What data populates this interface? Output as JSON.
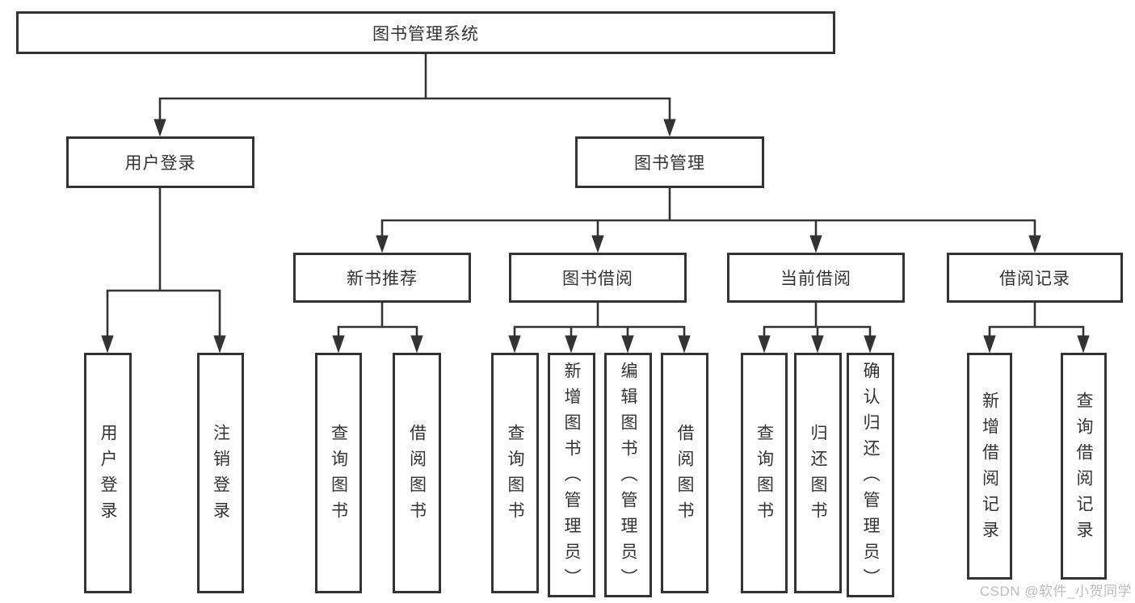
{
  "colors": {
    "line": "#333333",
    "box_border": "#333333",
    "text": "#333333",
    "background": "#ffffff",
    "watermark_text": "#bcbcbc"
  },
  "watermark": {
    "text": "CSDN @软件_小贺同学"
  },
  "tree": {
    "label": "图书管理系统",
    "children": [
      {
        "label": "用户登录",
        "children": [
          {
            "label": "用户登录"
          },
          {
            "label": "注销登录"
          }
        ]
      },
      {
        "label": "图书管理",
        "children": [
          {
            "label": "新书推荐",
            "children": [
              {
                "label": "查询图书"
              },
              {
                "label": "借阅图书"
              }
            ]
          },
          {
            "label": "图书借阅",
            "children": [
              {
                "label": "查询图书"
              },
              {
                "label": "新增图书（管理员）"
              },
              {
                "label": "编辑图书（管理员）"
              },
              {
                "label": "借阅图书"
              }
            ]
          },
          {
            "label": "当前借阅",
            "children": [
              {
                "label": "查询图书"
              },
              {
                "label": "归还图书"
              },
              {
                "label": "确认归还（管理员）"
              }
            ]
          },
          {
            "label": "借阅记录",
            "children": [
              {
                "label": "新增借阅记录"
              },
              {
                "label": "查询借阅记录"
              }
            ]
          }
        ]
      }
    ]
  }
}
